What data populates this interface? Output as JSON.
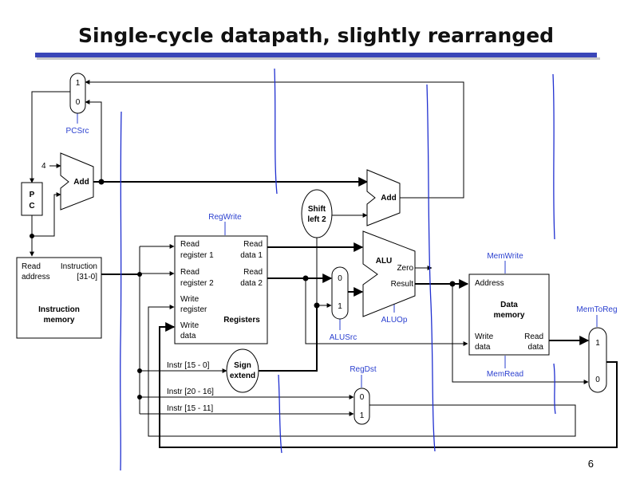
{
  "title": "Single-cycle datapath, slightly rearranged",
  "page_number": "6",
  "blocks": {
    "pc_mux": {
      "in_top": "1",
      "in_bottom": "0"
    },
    "pc": {
      "label_1": "P",
      "label_2": "C"
    },
    "constant_four": "4",
    "adder_pc": "Add",
    "adder_branch": "Add",
    "shift_left": {
      "line1": "Shift",
      "line2": "left 2"
    },
    "instruction_memory": {
      "read_address_1": "Read",
      "read_address_2": "address",
      "instruction_1": "Instruction",
      "instruction_2": "[31-0]",
      "name_1": "Instruction",
      "name_2": "memory"
    },
    "registers": {
      "read_reg1_1": "Read",
      "read_reg1_2": "register 1",
      "read_reg2_1": "Read",
      "read_reg2_2": "register 2",
      "write_reg_1": "Write",
      "write_reg_2": "register",
      "write_data_1": "Write",
      "write_data_2": "data",
      "read_data1_1": "Read",
      "read_data1_2": "data 1",
      "read_data2_1": "Read",
      "read_data2_2": "data 2",
      "name": "Registers"
    },
    "alu_src_mux": {
      "in_top": "0",
      "in_bottom": "1"
    },
    "alu": {
      "name": "ALU",
      "zero": "Zero",
      "result": "Result"
    },
    "data_memory": {
      "address": "Address",
      "write_data_1": "Write",
      "write_data_2": "data",
      "read_data_1": "Read",
      "read_data_2": "data",
      "name_1": "Data",
      "name_2": "memory"
    },
    "mem_to_reg_mux": {
      "in_top": "1",
      "in_bottom": "0"
    },
    "sign_extend": {
      "line1": "Sign",
      "line2": "extend"
    },
    "reg_dst_mux": {
      "in_top": "0",
      "in_bottom": "1"
    }
  },
  "instr_fields": {
    "imm": "Instr [15 - 0]",
    "rt": "Instr [20 - 16]",
    "rd": "Instr [15 - 11]"
  },
  "control_signals": {
    "pc_src": "PCSrc",
    "reg_write": "RegWrite",
    "alu_src": "ALUSrc",
    "alu_op": "ALUOp",
    "mem_write": "MemWrite",
    "mem_read": "MemRead",
    "mem_to_reg": "MemToReg",
    "reg_dst": "RegDst"
  }
}
